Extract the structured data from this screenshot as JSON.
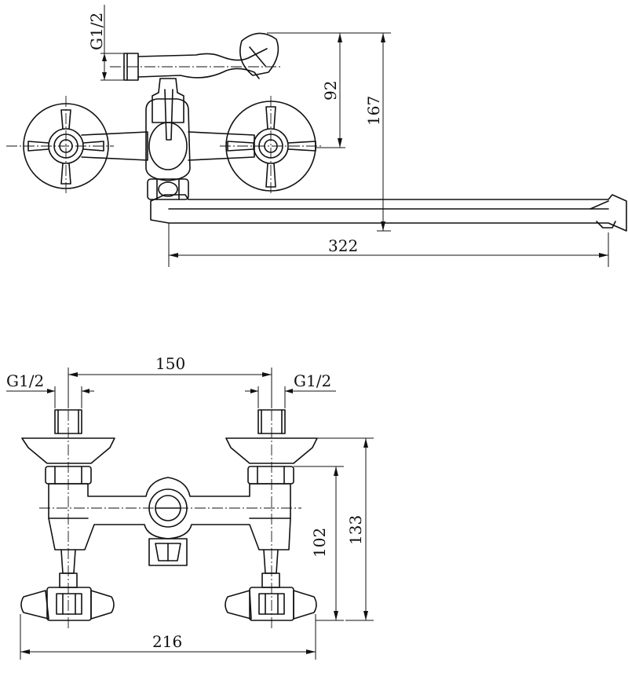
{
  "top_view": {
    "thread_label": "G1/2",
    "dim_height_handle": "92",
    "dim_height_total": "167",
    "dim_spout_length": "322"
  },
  "bottom_view": {
    "thread_label_left": "G1/2",
    "thread_label_right": "G1/2",
    "dim_center_distance": "150",
    "dim_height_inner": "102",
    "dim_height_outer": "133",
    "dim_total_width": "216"
  }
}
